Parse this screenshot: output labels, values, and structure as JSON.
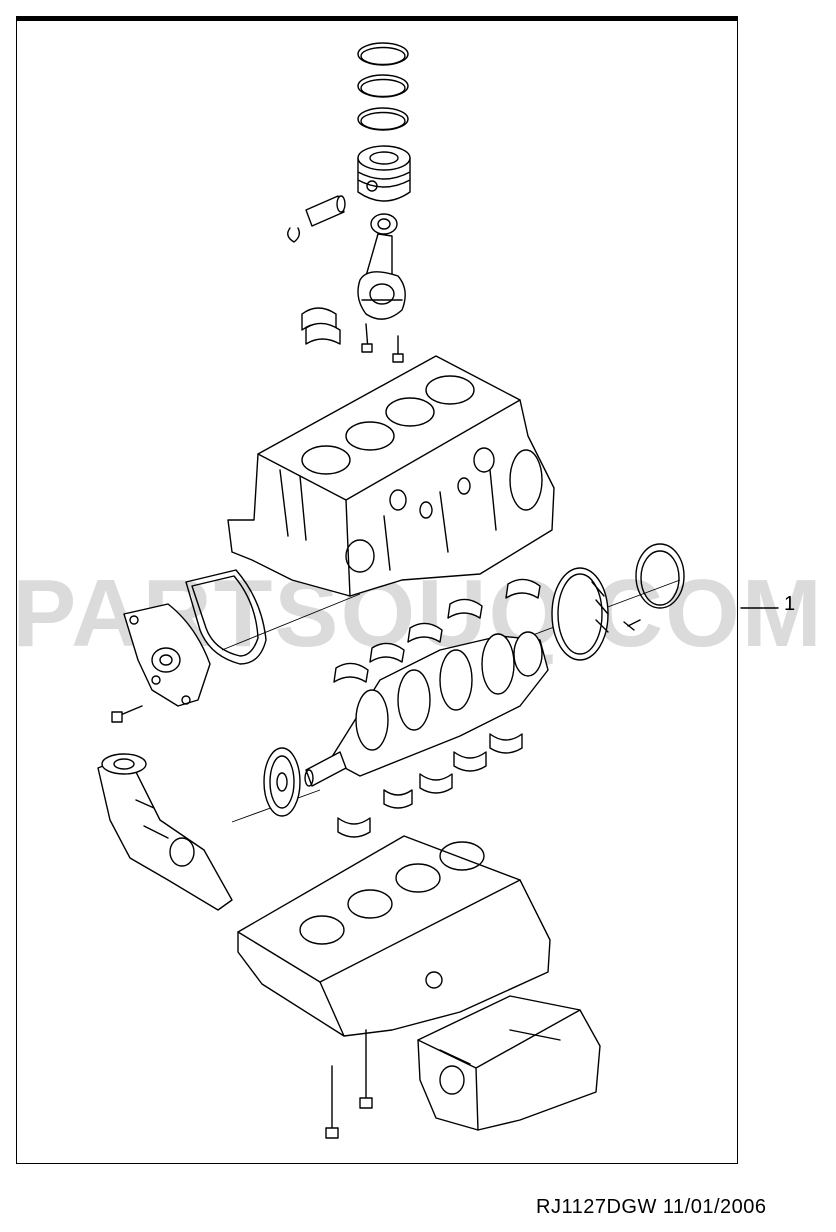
{
  "diagram": {
    "watermark": "PARTSOUQ.COM",
    "callout": {
      "label": "1"
    },
    "footer": {
      "code": "RJ1127DGW  11/01/2006"
    }
  }
}
